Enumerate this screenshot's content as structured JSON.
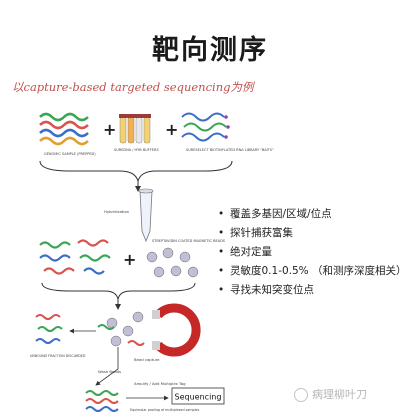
{
  "title": "靶向测序",
  "subtitle": "以capture-based targeted sequencing为例",
  "bullets": [
    "覆盖多基因/区域/位点",
    "探针捕获富集",
    "绝对定量",
    "灵敏度0.1-0.5% （和测序深度相关）",
    "寻找未知突变位点"
  ],
  "diagram": {
    "genomic_sample": "GENOMIC SAMPLE (PREPPED)",
    "buffers": "SUREDNA / HYB BUFFERS",
    "library": "SURESELECT BIOTINYLATED RNA LIBRARY \"BAITS\"",
    "hybridization": "Hybridization",
    "beads": "STREPTAVIDIN COATED MAGNETIC BEADS",
    "bead_capture": "Bead capture",
    "unbound": "UNBOUND FRACTION DISCARDED",
    "wash": "Wash Beads",
    "amplify": "Amplify / Add Multiplex Tag",
    "pooling": "Equimolar pooling of multiplexed samples",
    "sequencing": "Sequencing"
  },
  "watermark": "病理柳叶刀",
  "colors": {
    "dna_green": "#3aa655",
    "dna_red": "#d9534f",
    "dna_blue": "#3b6fc6",
    "magnet_red": "#c62828"
  }
}
